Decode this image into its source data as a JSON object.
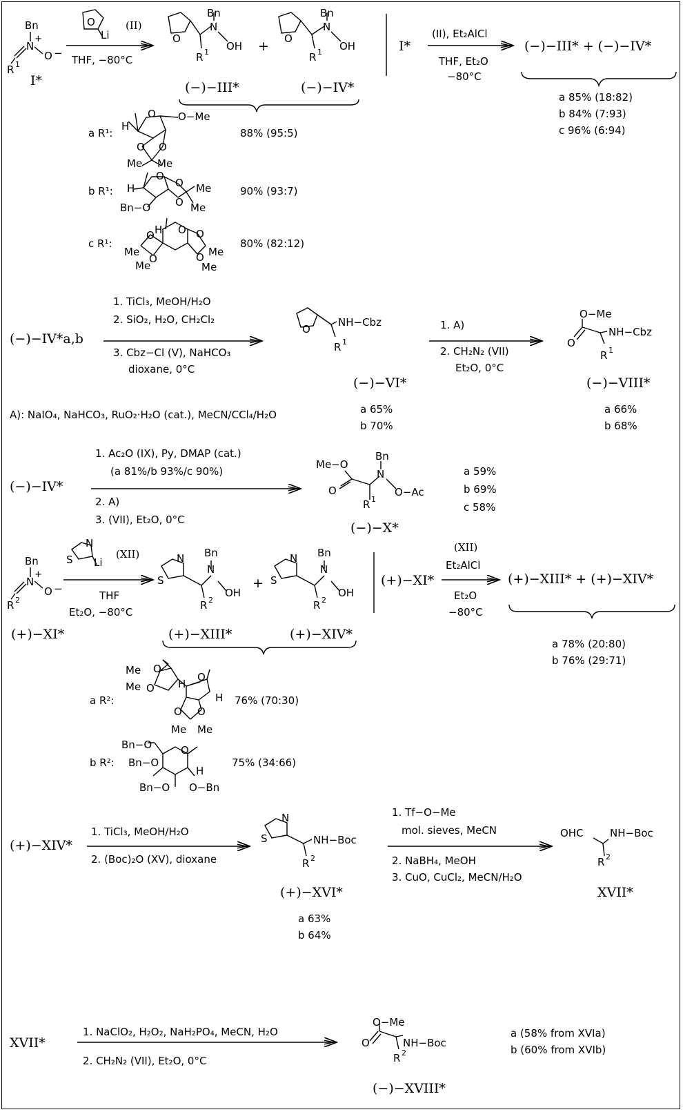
{
  "lbl": {
    "bn": "Bn",
    "nplus": "N",
    "plus": "+",
    "ominus": "O",
    "minus": "−",
    "r": "R",
    "one": "1",
    "two": "2",
    "n": "N",
    "oh": "OH",
    "o": "O",
    "s": "S",
    "li": "Li",
    "h": "H",
    "me": "Me",
    "ome": "O−Me"
  },
  "s1": {
    "I": "I*",
    "II": "(II)",
    "cond": "THF, −80°C",
    "plus": "+",
    "III": "(−)−III*",
    "IV": "(−)−IV*",
    "right_reagent": "(II), Et₂AlCl",
    "right_cond1": "THF, Et₂O",
    "right_cond2": "−80°C",
    "right_prod": "(−)−III*  +  (−)−IV*",
    "right_yields": [
      "a 85% (18:82)",
      "b 84% (7:93)",
      "c 96% (6:94)"
    ],
    "R1": [
      {
        "label": "a R¹:",
        "yield": "88% (95:5)"
      },
      {
        "label": "b R¹:",
        "yield": "90% (93:7)"
      },
      {
        "label": "c R¹:",
        "yield": "80% (82:12)"
      }
    ],
    "bno": "Bn−O"
  },
  "s2": {
    "start": "(−)−IV*a,b",
    "steps": [
      "1. TiCl₃,   MeOH/H₂O",
      "2. SiO₂,  H₂O,  CH₂Cl₂",
      "3. Cbz−Cl  (V),  NaHCO₃",
      "dioxane,   0°C"
    ],
    "nhcbz": "NH−Cbz",
    "VI": "(−)−VI*",
    "VI_yields": [
      "a 65%",
      "b 70%"
    ],
    "steps2": [
      "1. A)",
      "2.  CH₂N₂    (VII)",
      "Et₂O,  0°C"
    ],
    "VIII": "(−)−VIII*",
    "VIII_yields": [
      "a 66%",
      "b 68%"
    ],
    "footnote": "A):  NaIO₄,  NaHCO₃,  RuO₂·H₂O (cat.),   MeCN/CCl₄/H₂O"
  },
  "s3": {
    "start": "(−)−IV*",
    "steps": [
      "1. Ac₂O    (IX),  Py,  DMAP  (cat.)",
      "(a 81%/b 93%/c 90%)",
      "2. A)",
      "3. (VII),  Et₂O,  0°C"
    ],
    "meo": "Me−O",
    "oac": "O−Ac",
    "X": "(−)−X*",
    "yields": [
      "a 59%",
      "b 69%",
      "c 58%"
    ]
  },
  "s4": {
    "XI": "(+)−XI*",
    "XII": "(XII)",
    "cond1": "THF",
    "cond2": "Et₂O,  −80°C",
    "plus": "+",
    "XIII": "(+)−XIII*",
    "XIV": "(+)−XIV*",
    "right_start": "(+)−XI*",
    "right_reagent1": "(XII)",
    "right_reagent2": "Et₂AlCl",
    "right_cond1": "Et₂O",
    "right_cond2": "−80°C",
    "right_prod": "(+)−XIII* + (+)−XIV*",
    "right_yields": [
      "a 78% (20:80)",
      "b 76% (29:71)"
    ],
    "R2": [
      {
        "label": "a R²:",
        "yield": "76% (70:30)"
      },
      {
        "label": "b R²:",
        "yield": "75% (34:66)"
      }
    ],
    "bno": "Bn−O",
    "bn_o2": "Bn−O",
    "obn": "O−Bn"
  },
  "s5": {
    "start": "(+)−XIV*",
    "steps": [
      "1. TiCl₃,   MeOH/H₂O",
      "2. (Boc)₂O   (XV),  dioxane"
    ],
    "nhboc": "NH−Boc",
    "XVI": "(+)−XVI*",
    "XVI_yields": [
      "a 63%",
      "b 64%"
    ],
    "steps2": [
      "1. Tf−O−Me",
      "mol. sieves,  MeCN",
      "2. NaBH₄,   MeOH",
      "3. CuO,  CuCl₂,  MeCN/H₂O"
    ],
    "ohc": "OHC",
    "XVII": "XVII*"
  },
  "s6": {
    "start": "XVII*",
    "steps": [
      "1. NaClO₂,  H₂O₂,  NaH₂PO₄,   MeCN,  H₂O",
      "2.  CH₂N₂    (VII),  Et₂O,  0°C"
    ],
    "XVIII": "(−)−XVIII*",
    "yields": [
      "a (58% from XVIa)",
      "b (60% from XVIb)"
    ]
  }
}
